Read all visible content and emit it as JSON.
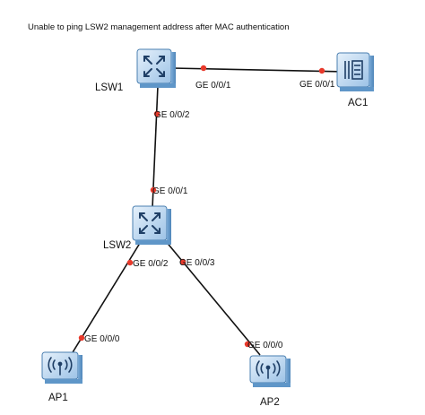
{
  "diagram": {
    "title": "Unable to ping LSW2 management address after MAC authentication",
    "colors": {
      "link": "#111111",
      "port_dot": "#e8392b",
      "device_light": "#cfe3f7",
      "device_dark": "#5f96c8",
      "device_edge": "#4a7fb0"
    },
    "devices": {
      "lsw1": {
        "name": "LSW1",
        "icon": "switch-icon"
      },
      "lsw2": {
        "name": "LSW2",
        "icon": "switch-icon"
      },
      "ac1": {
        "name": "AC1",
        "icon": "access-controller-icon"
      },
      "ap1": {
        "name": "AP1",
        "icon": "access-point-icon"
      },
      "ap2": {
        "name": "AP2",
        "icon": "access-point-icon"
      }
    },
    "links": [
      {
        "from": "LSW1",
        "to": "AC1",
        "from_port": "GE 0/0/1",
        "to_port": "GE 0/0/1"
      },
      {
        "from": "LSW1",
        "to": "LSW2",
        "from_port": "GE 0/0/2",
        "to_port": "GE 0/0/1"
      },
      {
        "from": "LSW2",
        "to": "AP1",
        "from_port": "GE 0/0/2",
        "to_port": "GE 0/0/0"
      },
      {
        "from": "LSW2",
        "to": "AP2",
        "from_port": "GE 0/0/3",
        "to_port": "GE 0/0/0"
      }
    ]
  }
}
